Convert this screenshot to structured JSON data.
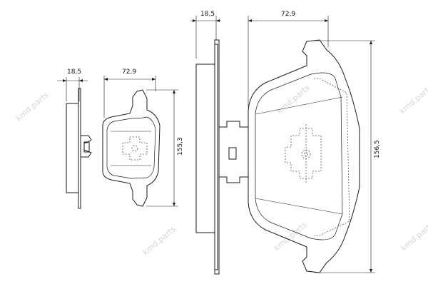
{
  "colors": {
    "line": "#1a1a1a",
    "dashed": "#555555",
    "watermark": "#d6d6d6",
    "background": "#ffffff"
  },
  "small_view": {
    "side_thickness": "18,5",
    "width": "72,9",
    "height": "155,3"
  },
  "large_view": {
    "side_thickness": "18,5",
    "width": "72,9",
    "height": "156,5"
  },
  "watermark": {
    "text": "kmd.parts"
  }
}
